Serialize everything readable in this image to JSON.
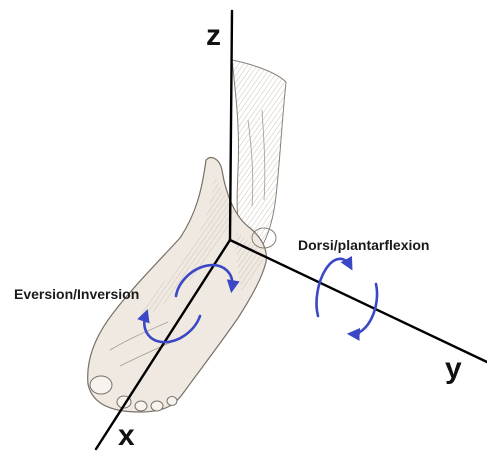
{
  "axes": {
    "z_label": "z",
    "y_label": "y",
    "x_label": "x"
  },
  "motions": {
    "dorsi_label": "Dorsi/plantarflexion",
    "eversion_label": "Eversion/Inversion"
  },
  "colors": {
    "axis_line": "#000000",
    "rotation_arrow": "#3a47c6",
    "label_text": "#1a1a1a",
    "sketch_stroke": "#7a7168",
    "sketch_shade": "#d9d2c8"
  }
}
